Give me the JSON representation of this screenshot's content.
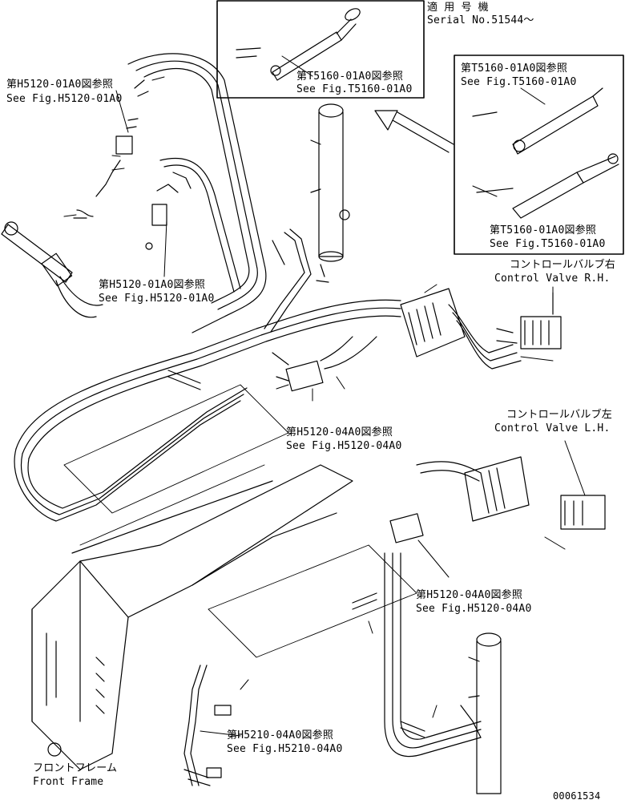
{
  "applicability": {
    "jp": "適 用 号 機",
    "serial": "Serial No.51544～"
  },
  "callouts": {
    "h5120_top_left": {
      "jp": "第H5120-01A0図参照",
      "en": "See Fig.H5120-01A0"
    },
    "h5120_mid_left": {
      "jp": "第H5120-01A0図参照",
      "en": "See Fig.H5120-01A0"
    },
    "t5160_inset_top": {
      "jp": "第T5160-01A0図参照",
      "en": "See Fig.T5160-01A0"
    },
    "t5160_inset_right_top": {
      "jp": "第T5160-01A0図参照",
      "en": "See Fig.T5160-01A0"
    },
    "t5160_inset_right_bottom": {
      "jp": "第T5160-01A0図参照",
      "en": "See Fig.T5160-01A0"
    },
    "h5120_04_center": {
      "jp": "第H5120-04A0図参照",
      "en": "See Fig.H5120-04A0"
    },
    "h5120_04_lower": {
      "jp": "第H5120-04A0図参照",
      "en": "See Fig.H5120-04A0"
    },
    "h5210_04_bottom": {
      "jp": "第H5210-04A0図参照",
      "en": "See Fig.H5210-04A0"
    }
  },
  "components": {
    "control_valve_rh": {
      "jp": "コントロールバルブ右",
      "en": "Control Valve R.H."
    },
    "control_valve_lh": {
      "jp": "コントロールバルブ左",
      "en": "Control Valve L.H."
    },
    "front_frame": {
      "jp": "フロントフレーム",
      "en": "Front Frame"
    }
  },
  "drawing_number": "00061534"
}
